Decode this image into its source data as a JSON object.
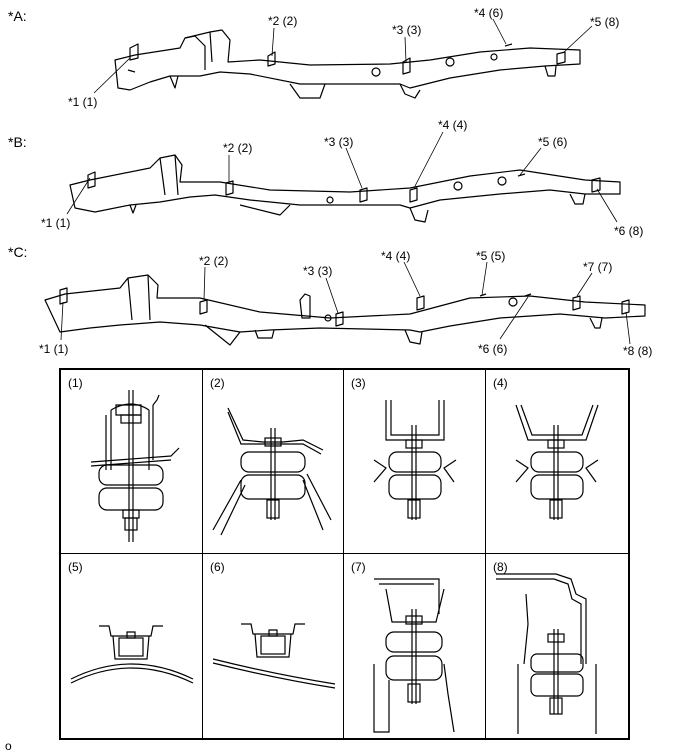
{
  "rows": [
    {
      "tag": "*A:",
      "labels": [
        "*1 (1)",
        "*2 (2)",
        "*3 (3)",
        "*4 (6)",
        "*5 (8)"
      ]
    },
    {
      "tag": "*B:",
      "labels": [
        "*1 (1)",
        "*2 (2)",
        "*3 (3)",
        "*4 (4)",
        "*5 (6)",
        "*6 (8)"
      ]
    },
    {
      "tag": "*C:",
      "labels": [
        "*1 (1)",
        "*2 (2)",
        "*3 (3)",
        "*4 (4)",
        "*5 (5)",
        "*6 (6)",
        "*7 (7)",
        "*8 (8)"
      ]
    }
  ],
  "details": [
    "(1)",
    "(2)",
    "(3)",
    "(4)",
    "(5)",
    "(6)",
    "(7)",
    "(8)"
  ],
  "footer": "o"
}
